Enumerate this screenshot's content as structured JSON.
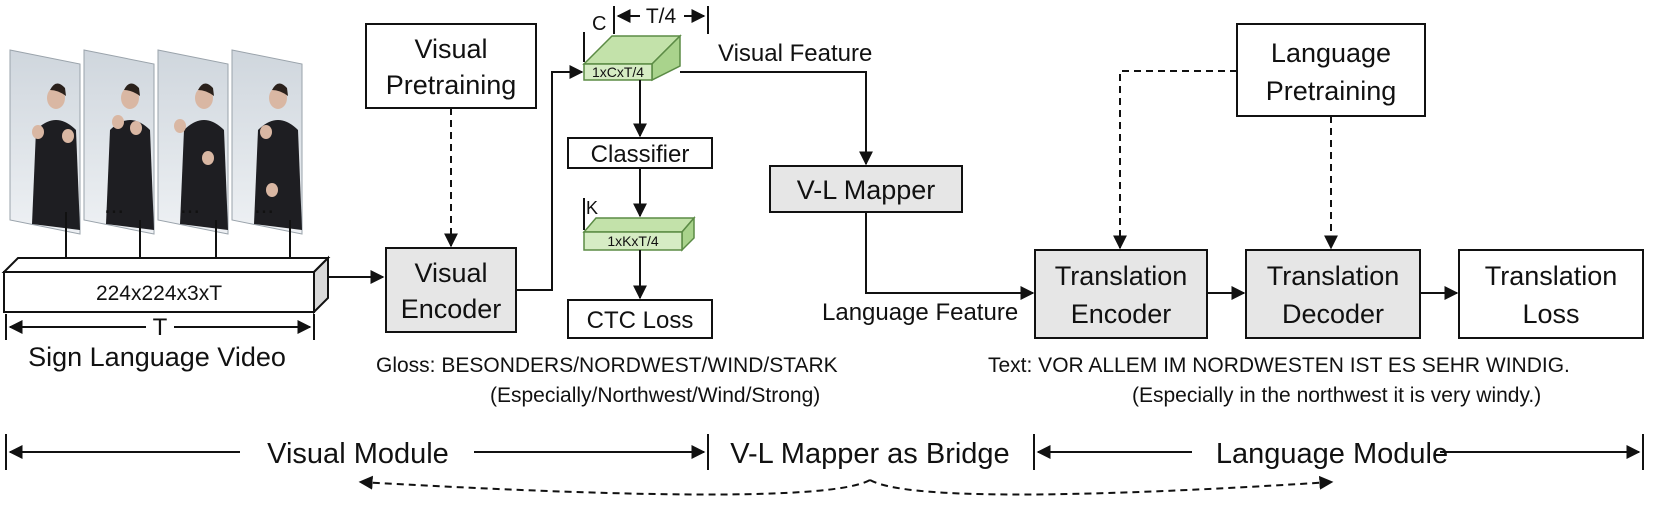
{
  "video": {
    "size_label": "224x224x3xT",
    "time_label": "T",
    "caption": "Sign Language Video",
    "ellipsis": "..."
  },
  "visual_pretraining": {
    "line1": "Visual",
    "line2": "Pretraining"
  },
  "visual_encoder": {
    "line1": "Visual",
    "line2": "Encoder"
  },
  "visual_feature": {
    "label": "Visual Feature",
    "cube_label": "1xCxT/4",
    "channel_label": "C",
    "width_label": "T/4"
  },
  "classifier": {
    "label": "Classifier"
  },
  "gloss_logits": {
    "cube_label": "1xKxT/4",
    "channel_label": "K"
  },
  "ctc_loss": {
    "label": "CTC Loss"
  },
  "gloss": {
    "line1": "Gloss: BESONDERS/NORDWEST/WIND/STARK",
    "line2": "(Especially/Northwest/Wind/Strong)"
  },
  "vl_mapper": {
    "label": "V-L Mapper"
  },
  "language_feature": {
    "label": "Language Feature"
  },
  "language_pretraining": {
    "line1": "Language",
    "line2": "Pretraining"
  },
  "translation_encoder": {
    "line1": "Translation",
    "line2": "Encoder"
  },
  "translation_decoder": {
    "line1": "Translation",
    "line2": "Decoder"
  },
  "translation_loss": {
    "line1": "Translation",
    "line2": "Loss"
  },
  "text": {
    "line1": "Text: VOR ALLEM IM NORDWESTEN IST ES SEHR WINDIG.",
    "line2": "(Especially in the northwest it is very windy.)"
  },
  "modules": {
    "visual": "Visual Module",
    "bridge": "V-L Mapper as Bridge",
    "language": "Language Module"
  }
}
